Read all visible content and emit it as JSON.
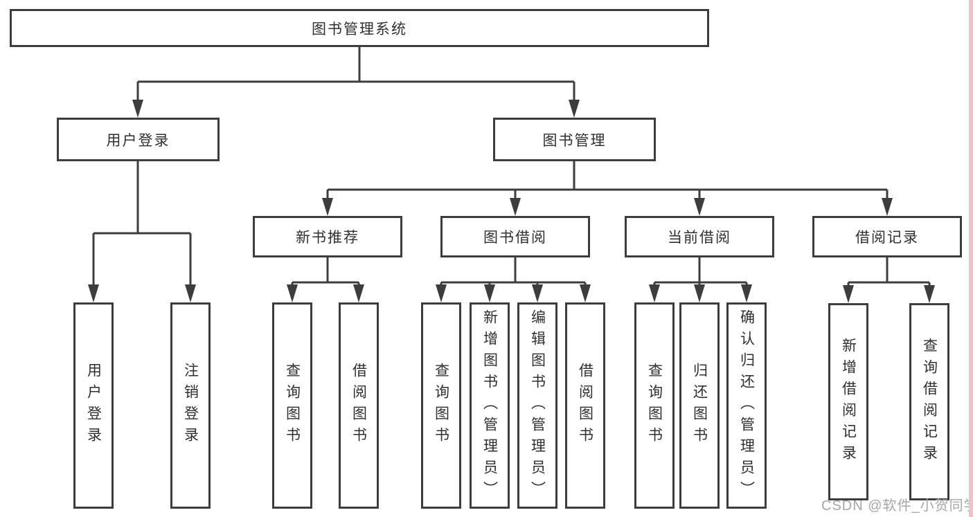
{
  "tree": {
    "label": "图书管理系统",
    "children": [
      {
        "label": "用户登录",
        "children": [
          {
            "label": "用户登录"
          },
          {
            "label": "注销登录"
          }
        ]
      },
      {
        "label": "图书管理",
        "children": [
          {
            "label": "新书推荐",
            "children": [
              {
                "label": "查询图书"
              },
              {
                "label": "借阅图书"
              }
            ]
          },
          {
            "label": "图书借阅",
            "children": [
              {
                "label": "查询图书"
              },
              {
                "label": "新增图书（管理员）"
              },
              {
                "label": "编辑图书（管理员）"
              },
              {
                "label": "借阅图书"
              }
            ]
          },
          {
            "label": "当前借阅",
            "children": [
              {
                "label": "查询图书"
              },
              {
                "label": "归还图书"
              },
              {
                "label": "确认归还（管理员）"
              }
            ]
          },
          {
            "label": "借阅记录",
            "children": [
              {
                "label": "新增借阅记录"
              },
              {
                "label": "查询借阅记录"
              }
            ]
          }
        ]
      }
    ]
  },
  "watermark": {
    "text": "CSDN @软件_小贺同学"
  },
  "colors": {
    "line": "#3d3d3d",
    "text": "#2f2f2f",
    "background": "#ffffff",
    "watermark": "#a6a6a6",
    "right_edge_strip": "#f0c2c2"
  }
}
